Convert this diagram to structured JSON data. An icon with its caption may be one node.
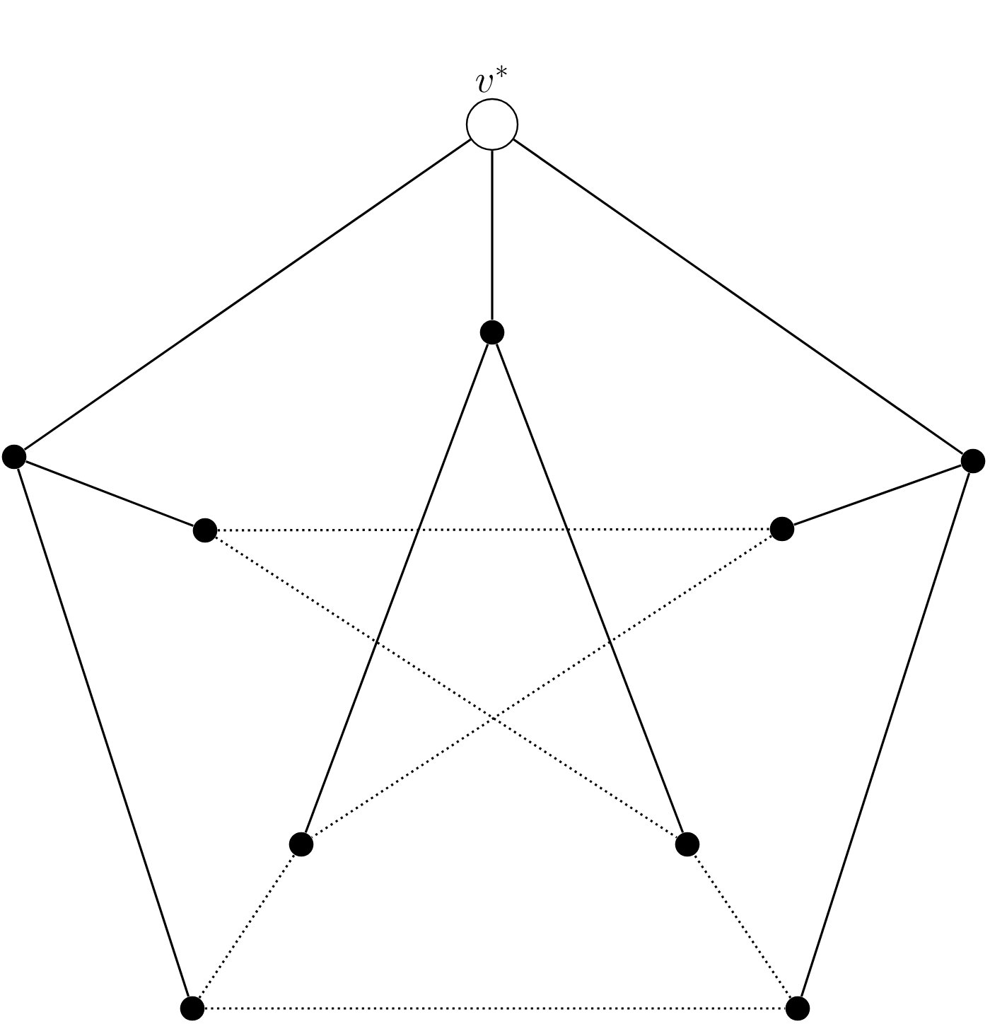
{
  "diagram": {
    "nodes": [
      {
        "text": [],
        "shape": "circle",
        "beside": [
          "v^*"
        ]
      },
      {
        "text": [],
        "shape": "dot"
      },
      {
        "text": [],
        "shape": "dot"
      },
      {
        "text": [],
        "shape": "dot"
      },
      {
        "text": [],
        "shape": "dot"
      },
      {
        "text": [],
        "shape": "dot"
      },
      {
        "text": [],
        "shape": "dot"
      },
      {
        "text": [],
        "shape": "dot"
      },
      {
        "text": [],
        "shape": "dot"
      },
      {
        "text": [],
        "shape": "dot"
      }
    ],
    "edges": [
      {
        "from": 0,
        "to": 2,
        "arrow": "none"
      },
      {
        "from": 0,
        "to": 3,
        "arrow": "none"
      },
      {
        "from": 0,
        "to": 1,
        "arrow": "none"
      },
      {
        "from": 2,
        "to": 4,
        "arrow": "none"
      },
      {
        "from": 3,
        "to": 5,
        "arrow": "none"
      },
      {
        "from": 2,
        "to": 8,
        "arrow": "none"
      },
      {
        "from": 3,
        "to": 9,
        "arrow": "none"
      },
      {
        "from": 1,
        "to": 6,
        "arrow": "none"
      },
      {
        "from": 1,
        "to": 7,
        "arrow": "none"
      },
      {
        "from": 4,
        "to": 5,
        "arrow": "none",
        "style": "dashed"
      },
      {
        "from": 4,
        "to": 7,
        "arrow": "none",
        "style": "dashed"
      },
      {
        "from": 5,
        "to": 6,
        "arrow": "none",
        "style": "dashed"
      },
      {
        "from": 8,
        "to": 6,
        "arrow": "none",
        "style": "dashed"
      },
      {
        "from": 9,
        "to": 7,
        "arrow": "none",
        "style": "dashed"
      },
      {
        "from": 8,
        "to": 9,
        "arrow": "none",
        "style": "dashed"
      }
    ]
  }
}
